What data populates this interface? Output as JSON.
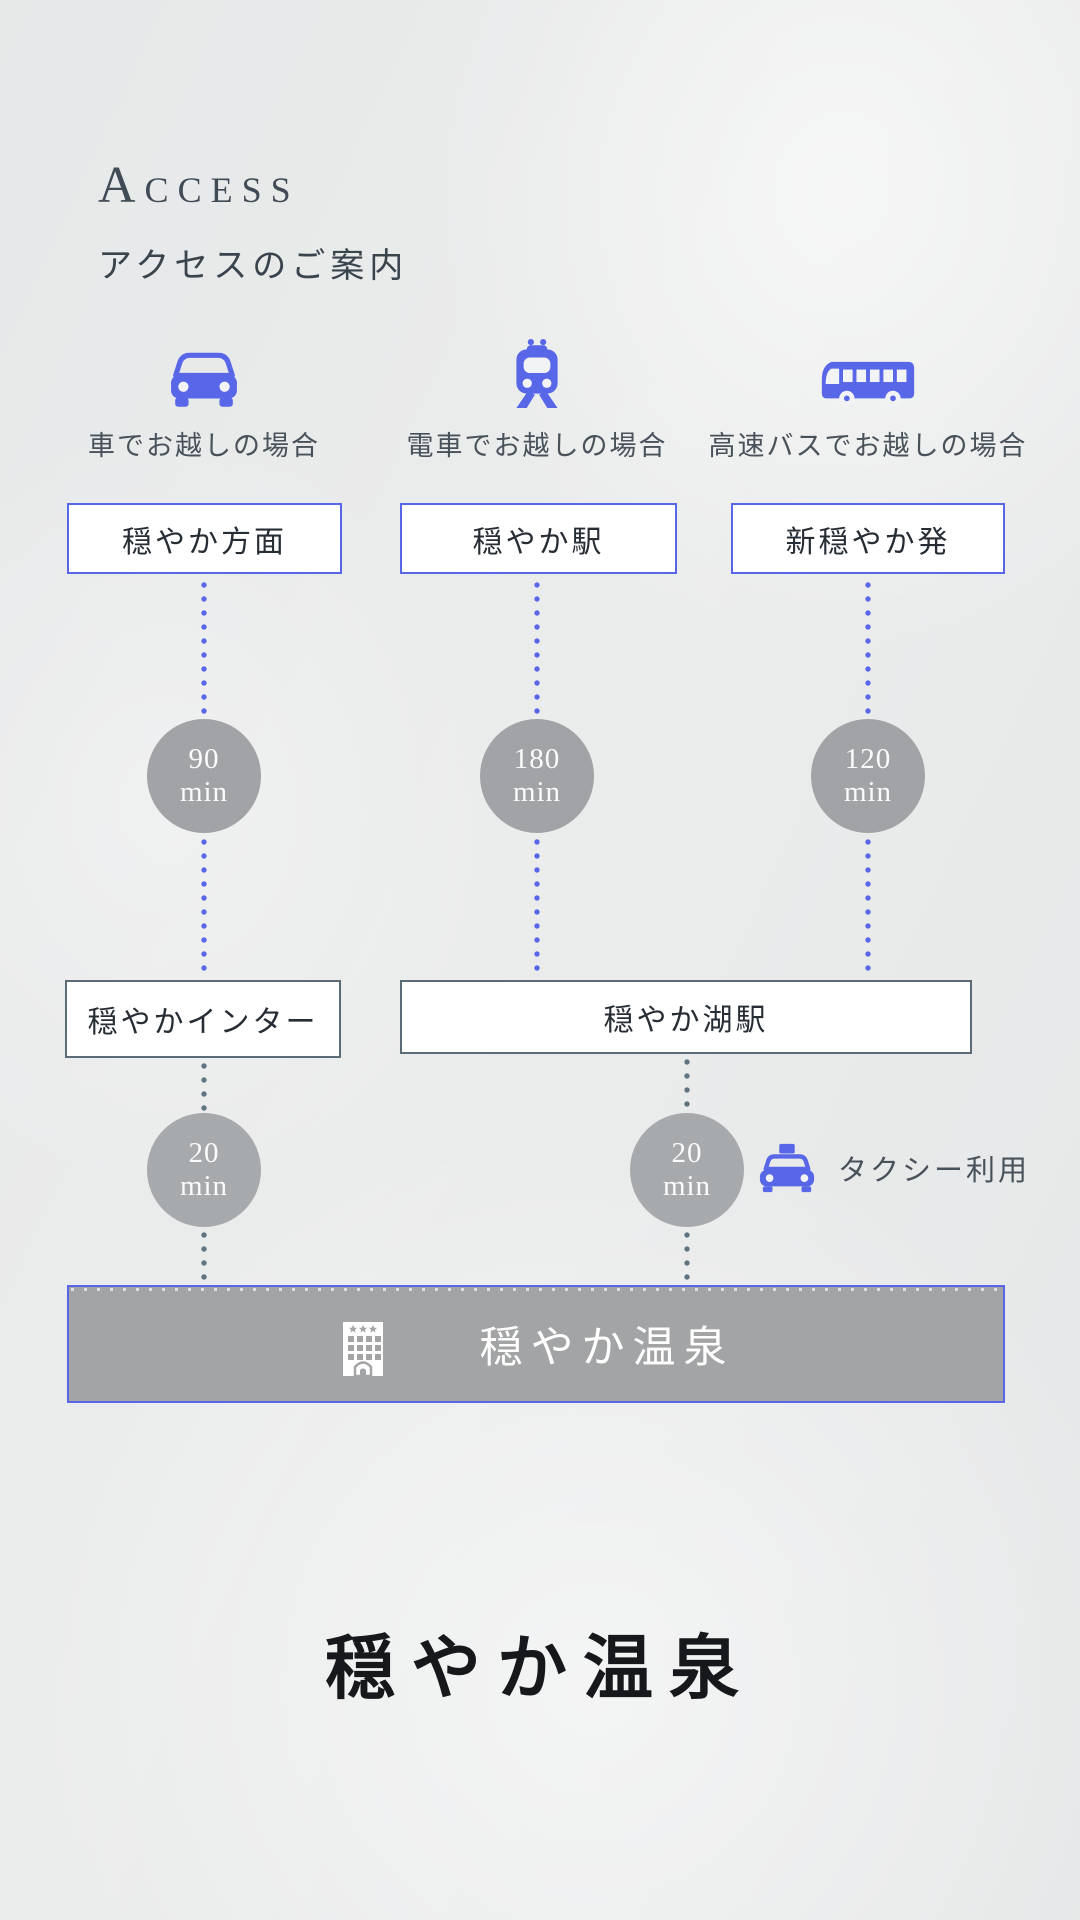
{
  "header": {
    "title": "Access",
    "subtitle": "アクセスのご案内"
  },
  "columns": [
    {
      "icon": "car-icon",
      "label": "車でお越しの場合",
      "origin": "穏やか方面",
      "duration": "90",
      "unit": "min"
    },
    {
      "icon": "train-icon",
      "label": "電車でお越しの場合",
      "origin": "穏やか駅",
      "duration": "180",
      "unit": "min"
    },
    {
      "icon": "bus-icon",
      "label": "高速バスでお越しの場合",
      "origin": "新穏やか発",
      "duration": "120",
      "unit": "min"
    }
  ],
  "transfer": {
    "left": {
      "name": "穏やかインター",
      "duration": "20",
      "unit": "min"
    },
    "right": {
      "name": "穏やか湖駅",
      "duration": "20",
      "unit": "min",
      "note": "タクシー利用",
      "note_icon": "taxi-icon"
    }
  },
  "destination": {
    "name": "穏やか温泉",
    "icon": "hotel-icon"
  },
  "footer": {
    "logo": "穏やか温泉"
  },
  "colors": {
    "accent_blue": "#5866e8",
    "slate_dot": "#5f7380",
    "gray_box_border": "#5c6c76",
    "circle_gray": "#a1a3a6",
    "bar_gray": "#a3a4a5",
    "background": "#ebecec",
    "text_dark": "#3d464f"
  }
}
